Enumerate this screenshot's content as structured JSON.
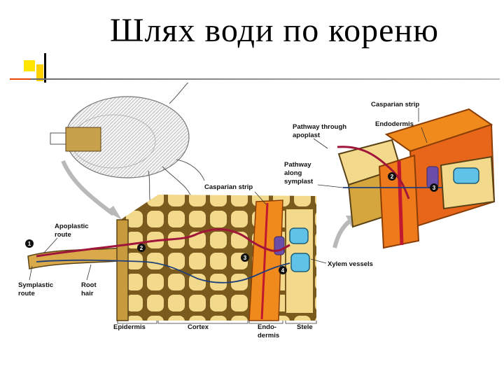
{
  "slide": {
    "title": "Шлях води по кореню"
  },
  "figure": {
    "labels": {
      "casparian_strip_top": "Casparian strip",
      "pathway_apoplast_1": "Pathway through",
      "pathway_apoplast_2": "apoplast",
      "endodermis_top": "Endodermis",
      "pathway_symplast_1": "Pathway",
      "pathway_symplast_2": "along",
      "pathway_symplast_3": "symplast",
      "casparian_strip_mid": "Casparian strip",
      "apoplastic_route_1": "Apoplastic",
      "apoplastic_route_2": "route",
      "symplastic_route_1": "Symplastic",
      "symplastic_route_2": "route",
      "root_hair_1": "Root",
      "root_hair_2": "hair",
      "xylem_vessels": "Xylem vessels",
      "epidermis": "Epidermis",
      "cortex": "Cortex",
      "endodermis_1": "Endo-",
      "endodermis_2": "dermis",
      "stele": "Stele"
    },
    "step_numbers": {
      "one": "1",
      "two": "2",
      "three": "3",
      "four": "4",
      "top_two": "2",
      "top_three": "3"
    }
  },
  "colors": {
    "cell_fill": "#f3d98b",
    "cell_wall": "#7b5a1e",
    "wall_dark": "#5a4217",
    "endodermis": "#f08a1c",
    "casparian": "#c0182d",
    "xylem": "#5fc2e6",
    "phloem": "#6a4ea8",
    "apoplast_path": "#a0163a",
    "symplast_path": "#1f3f7a"
  }
}
